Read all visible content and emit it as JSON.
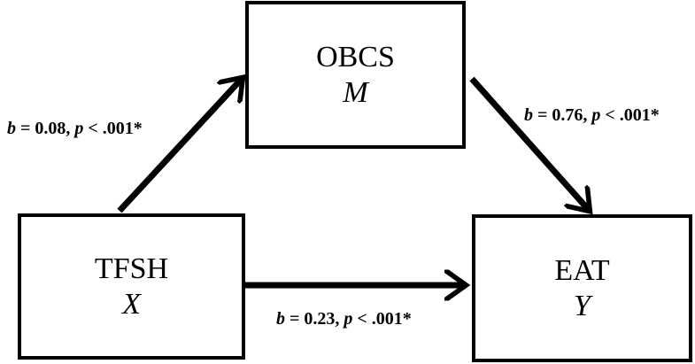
{
  "nodes": {
    "mediator": {
      "name": "OBCS",
      "var": "M"
    },
    "predictor": {
      "name": "TFSH",
      "var": "X"
    },
    "outcome": {
      "name": "EAT",
      "var": "Y"
    }
  },
  "paths": {
    "a": {
      "b_label": "b",
      "b_value": " = 0.08, ",
      "p_label": "p",
      "p_value": " < .001*"
    },
    "b": {
      "b_label": "b",
      "b_value": " = 0.76, ",
      "p_label": "p",
      "p_value": " < .001*"
    },
    "c": {
      "b_label": "b",
      "b_value": " = 0.23, ",
      "p_label": "p",
      "p_value": " < .001*"
    }
  }
}
